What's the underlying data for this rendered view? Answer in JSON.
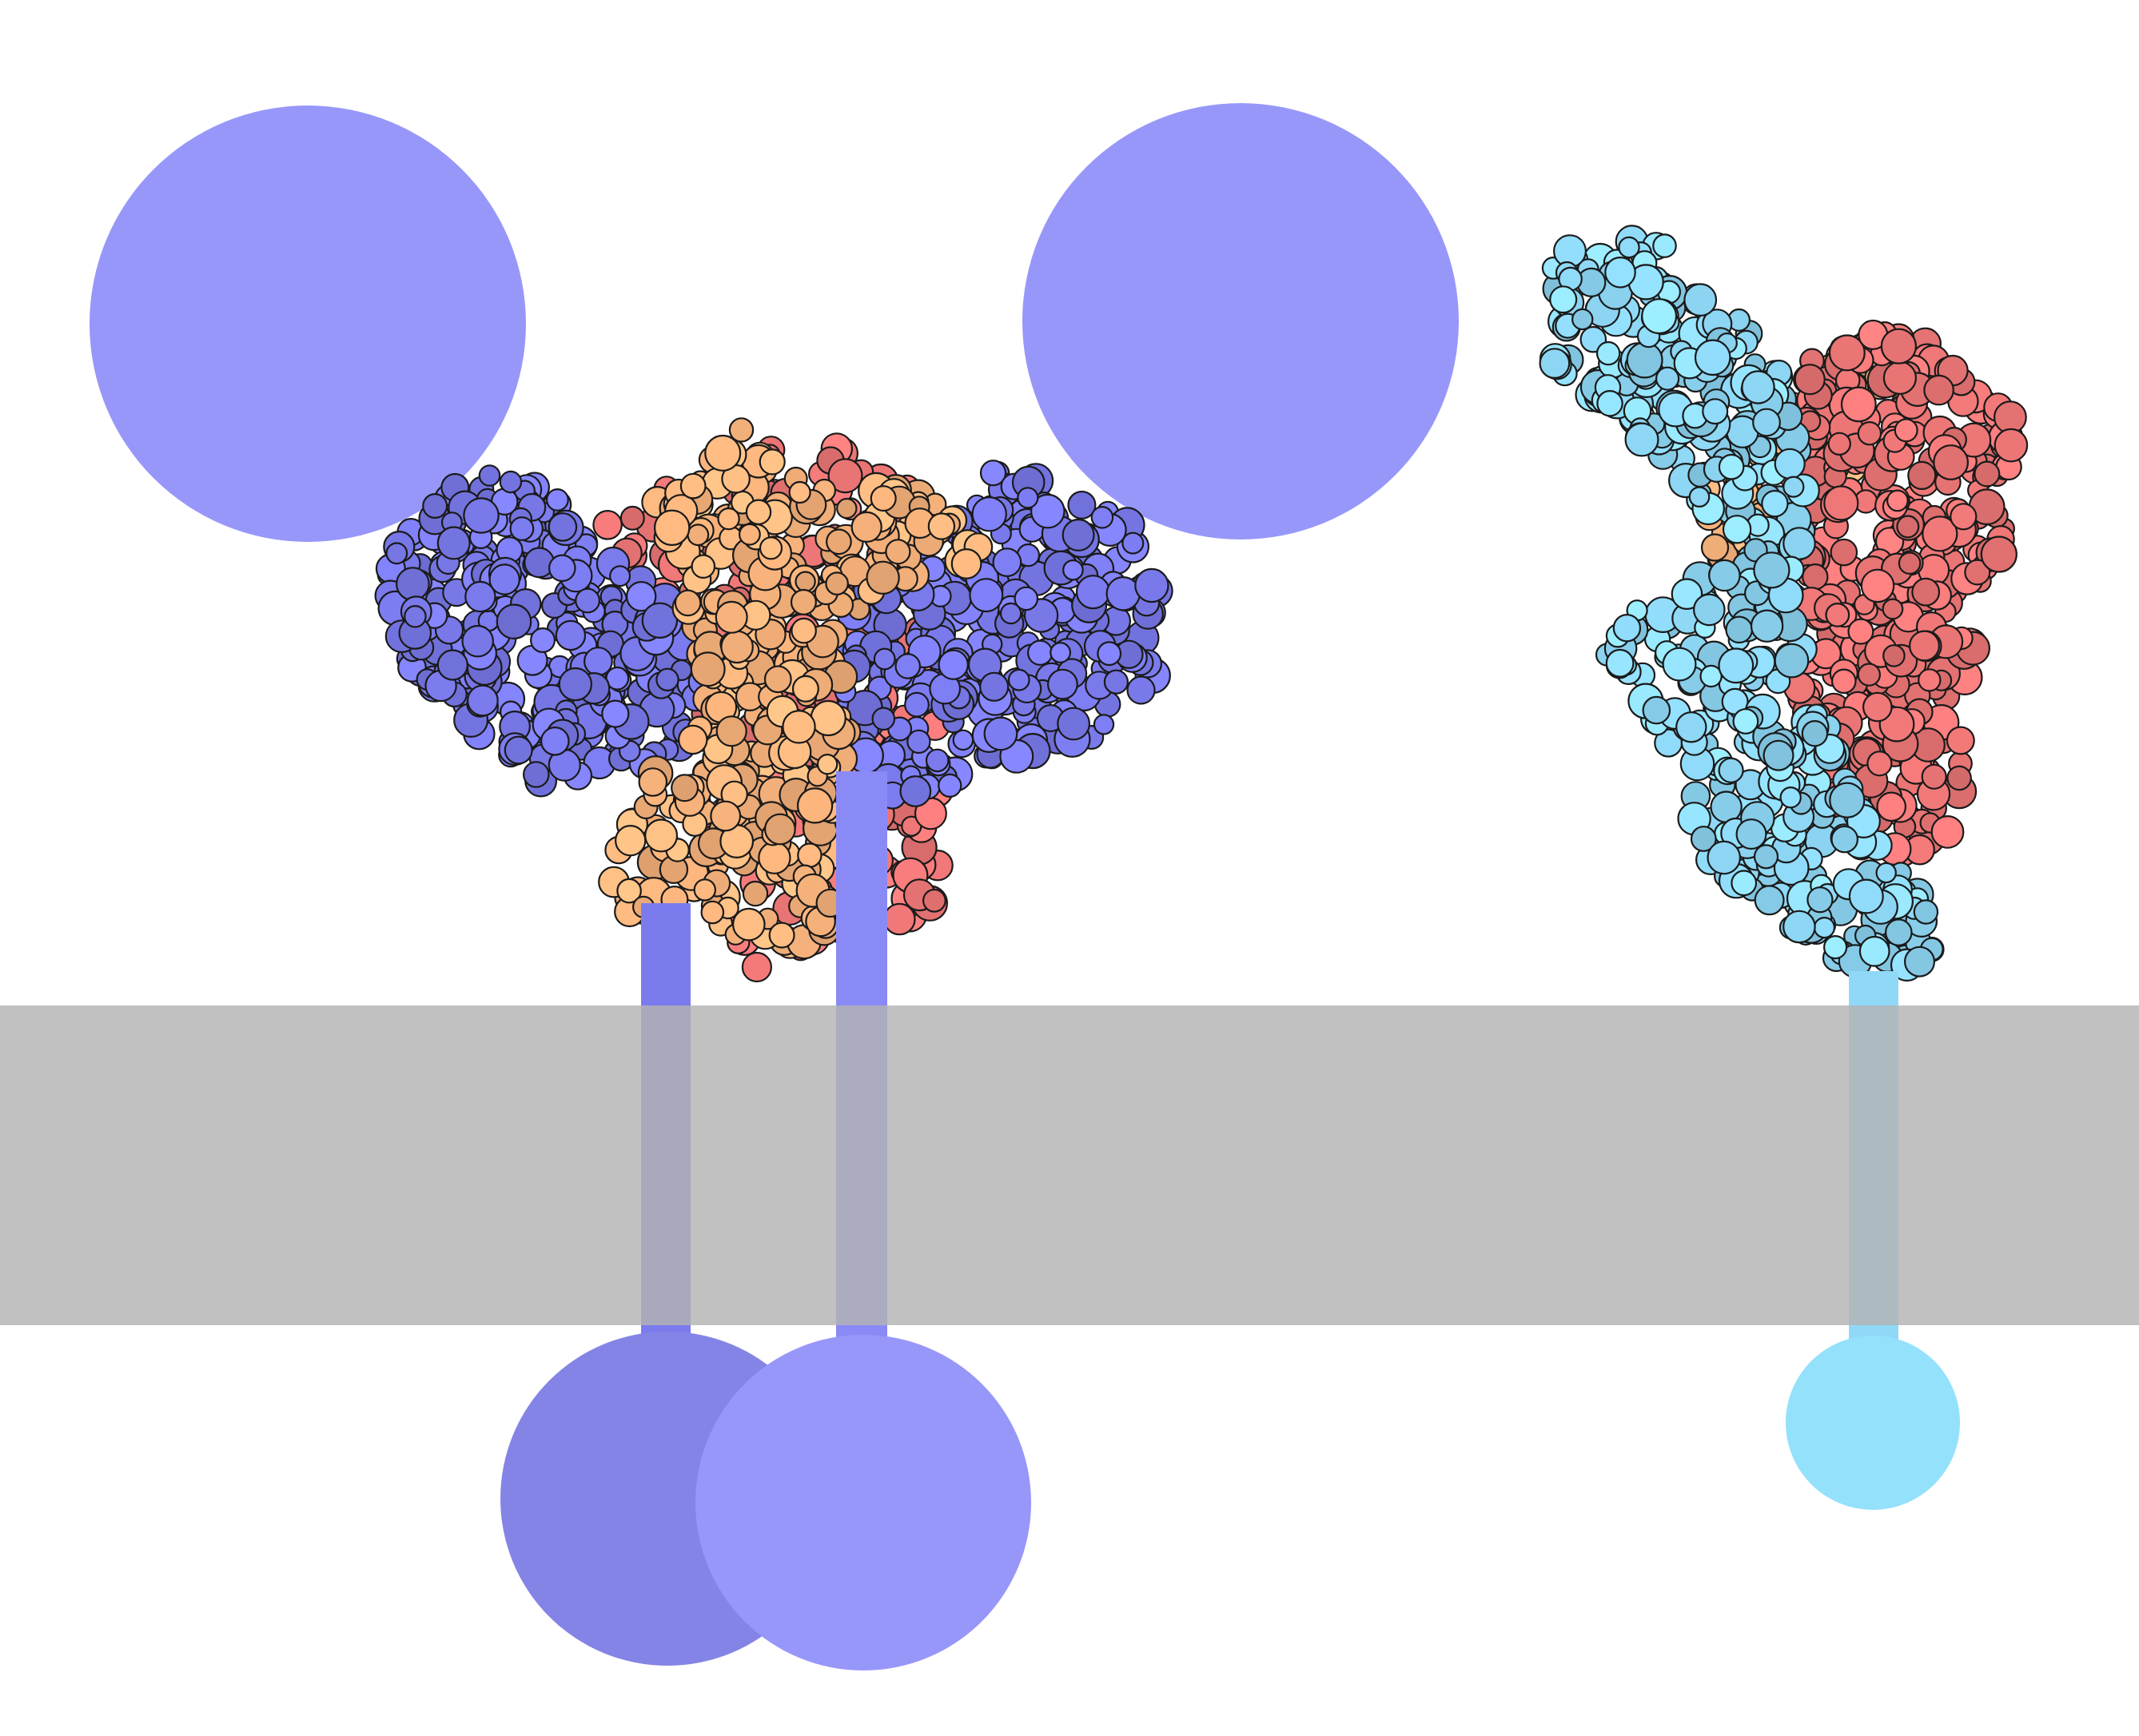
{
  "colors": {
    "background": "#ffffff",
    "membrane": "#c2c2c2",
    "receptor_domain": "#9797fa",
    "receptor_domain_back": "#8484e6",
    "blue_chain": "#7b7bee",
    "orange_chain": "#fcb67e",
    "red_chain": "#f07878",
    "cyan_chain": "#8fd9f7",
    "cyan_domain": "#94e1fb",
    "outline": "#1a1a1a"
  },
  "scene": {
    "left_complex": {
      "icons": [
        "receptor-domain-top-left",
        "receptor-domain-top-right",
        "receptor-domain-bottom-back",
        "receptor-domain-bottom-front"
      ],
      "chains": [
        "blue-chain",
        "orange-chain",
        "red-chain"
      ]
    },
    "right_complex": {
      "icons": [
        "receptor-domain-bottom-cyan"
      ],
      "chains": [
        "cyan-chain",
        "red-chain",
        "orange-chain"
      ]
    }
  }
}
